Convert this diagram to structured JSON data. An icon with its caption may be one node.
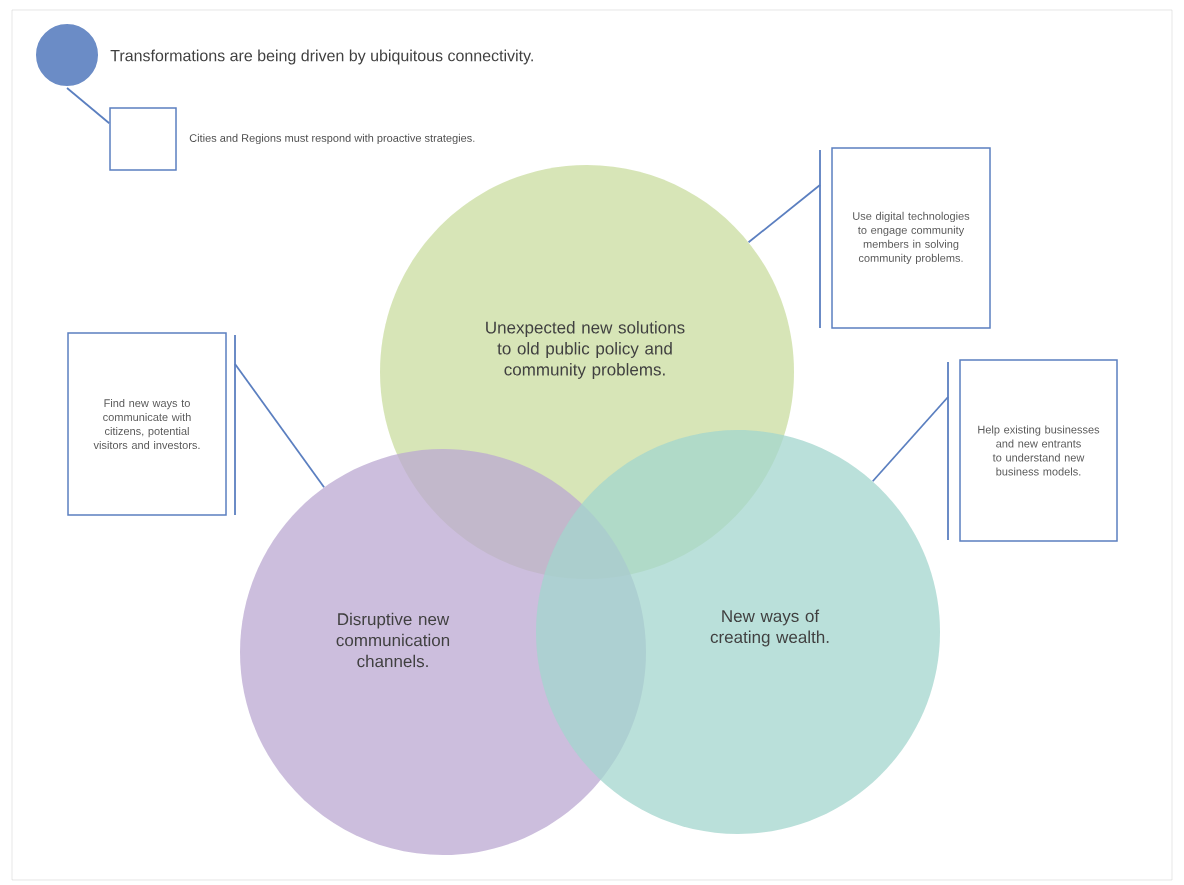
{
  "diagram": {
    "nodes": [
      {
        "text": [],
        "shape": "circle",
        "beside": [
          "Transformations are being driven by ubiquitous connectivity."
        ]
      },
      {
        "text": [],
        "shape": "box",
        "beside": [
          "Cities and Regions must respond with proactive strategies."
        ]
      },
      {
        "text": [
          "Unexpected new solutions to old public policy and community problems."
        ]
      },
      {
        "text": [
          "Disruptive new communication channels."
        ]
      },
      {
        "text": [
          "New ways of creating wealth."
        ]
      },
      {
        "text": [
          "Use digital technologies to engage community members in solving community problems."
        ]
      },
      {
        "text": [
          "Find new ways to communicate with citizens, potential visitors and investors."
        ]
      },
      {
        "text": [
          "Help existing businesses and new entrants to understand new business models."
        ]
      }
    ],
    "edges": [
      {
        "from": 0,
        "to": 1,
        "arrow": "none"
      },
      {
        "from": 5,
        "to": 2,
        "arrow": "none"
      },
      {
        "from": 6,
        "to": 3,
        "arrow": "none"
      },
      {
        "from": 7,
        "to": 4,
        "arrow": "none"
      }
    ]
  }
}
